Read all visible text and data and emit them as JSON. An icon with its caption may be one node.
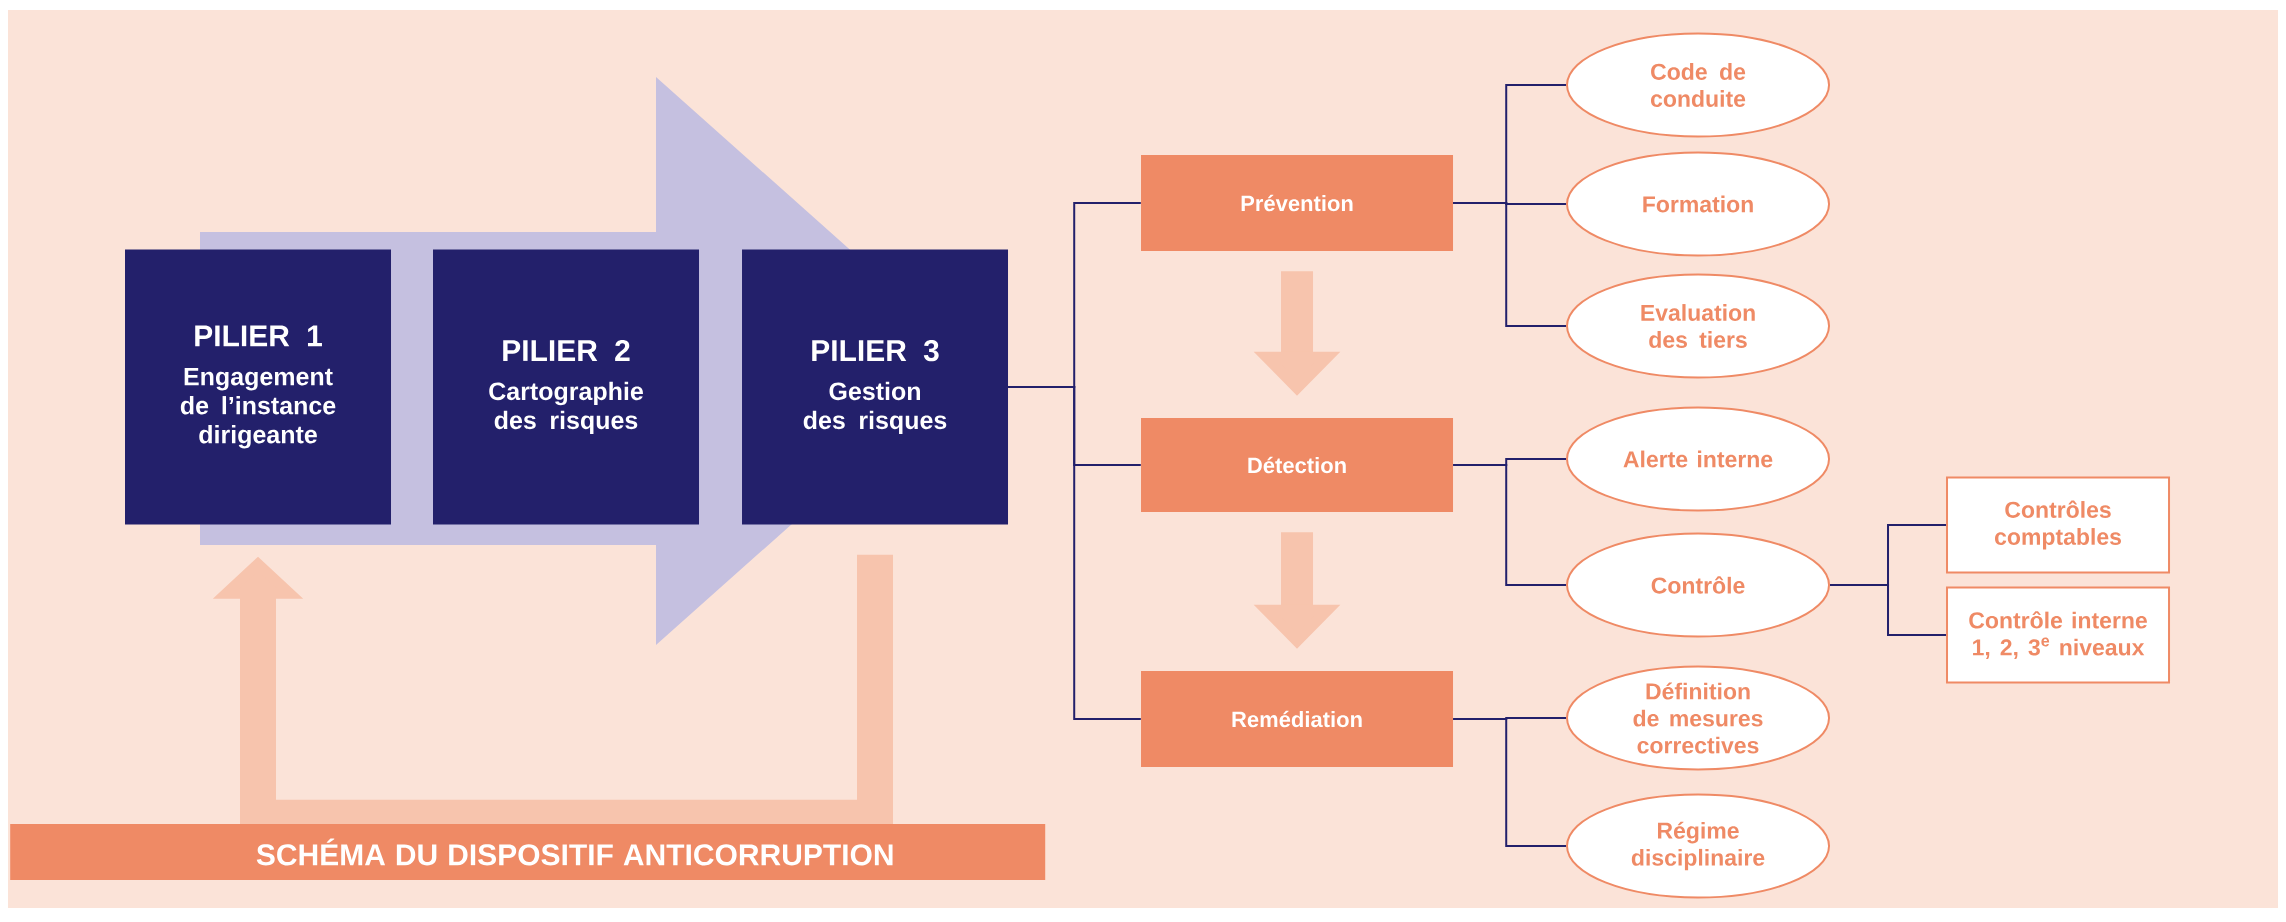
{
  "diagram": {
    "title": "SCHÉMA DU DISPOSITIF ANTICORRUPTION",
    "nodes": [
      {
        "text": [
          "PILIER 1",
          "Engagement de l’instance dirigeante"
        ]
      },
      {
        "text": [
          "PILIER 2",
          "Cartographie des risques"
        ]
      },
      {
        "text": [
          "PILIER 3",
          "Gestion des risques"
        ]
      },
      {
        "text": [
          "Prévention"
        ]
      },
      {
        "text": [
          "Détection"
        ]
      },
      {
        "text": [
          "Remédiation"
        ]
      },
      {
        "text": [
          "Code de conduite"
        ]
      },
      {
        "text": [
          "Formation"
        ]
      },
      {
        "text": [
          "Evaluation des tiers"
        ]
      },
      {
        "text": [
          "Alerte interne"
        ]
      },
      {
        "text": [
          "Contrôle"
        ]
      },
      {
        "text": [
          "Contrôles comptables"
        ]
      },
      {
        "text": [
          "Contrôle interne 1, 2, 3$^{e}$ niveaux"
        ]
      },
      {
        "text": [
          "Définition de mesures correctives"
        ]
      },
      {
        "text": [
          "Régime disciplinaire"
        ]
      }
    ],
    "edges": [
      {
        "from": 2,
        "to": 0,
        "arrow": "to",
        "style": "thick",
        "color": "#f7c4ad"
      },
      {
        "from": 2,
        "to": 3,
        "arrow": "none"
      },
      {
        "from": 2,
        "to": 4,
        "arrow": "none"
      },
      {
        "from": 2,
        "to": 5,
        "arrow": "none"
      },
      {
        "from": 3,
        "to": 4,
        "arrow": "to",
        "style": "thick",
        "color": "#f7c4ad"
      },
      {
        "from": 4,
        "to": 5,
        "arrow": "to",
        "style": "thick",
        "color": "#f7c4ad"
      },
      {
        "from": 3,
        "to": 6,
        "arrow": "none"
      },
      {
        "from": 3,
        "to": 7,
        "arrow": "none"
      },
      {
        "from": 3,
        "to": 8,
        "arrow": "none"
      },
      {
        "from": 4,
        "to": 9,
        "arrow": "none"
      },
      {
        "from": 4,
        "to": 10,
        "arrow": "none"
      },
      {
        "from": 10,
        "to": 11,
        "arrow": "none"
      },
      {
        "from": 10,
        "to": 12,
        "arrow": "none"
      },
      {
        "from": 5,
        "to": 13,
        "arrow": "none"
      },
      {
        "from": 5,
        "to": 14,
        "arrow": "none"
      },
      {
        "from": 0,
        "to": 2,
        "arrow": "to",
        "style": "thick",
        "color": "#c5c0e0"
      }
    ]
  }
}
